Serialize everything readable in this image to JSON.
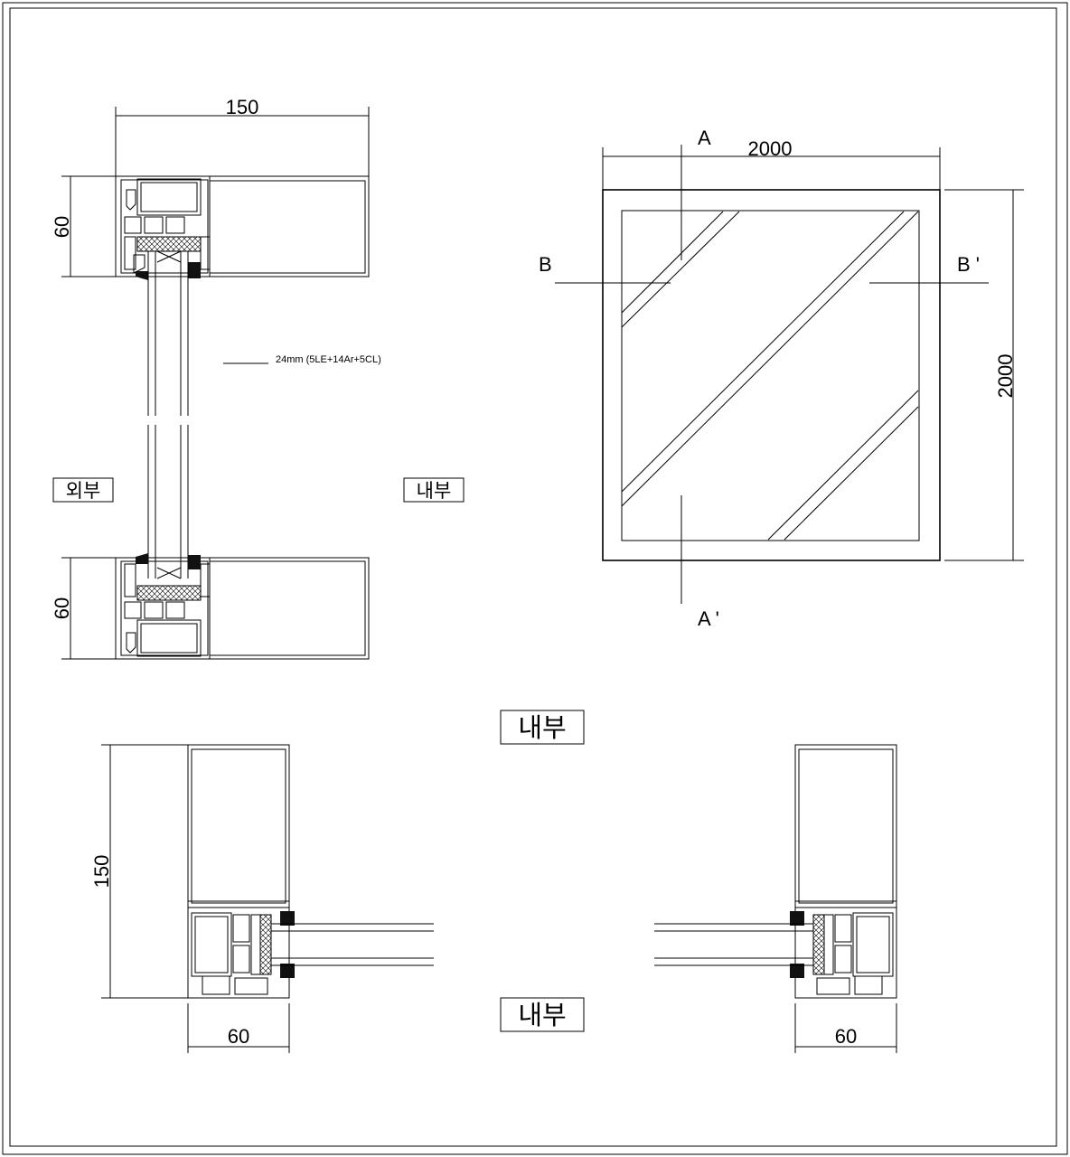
{
  "drawing": {
    "section_vertical": {
      "width_dim": "150",
      "top_height_dim": "60",
      "bottom_height_dim": "60",
      "glass_note": "24mm (5LE+14Ar+5CL)",
      "outside_label": "외부",
      "inside_label": "내부"
    },
    "elevation": {
      "width_dim": "2000",
      "height_dim": "2000",
      "section_a": "A",
      "section_a_end": "A '",
      "section_b": "B",
      "section_b_end": "B '"
    },
    "section_horizontal": {
      "inside_label_top": "내부",
      "inside_label_bottom": "내부",
      "left_depth_dim": "150",
      "left_width_dim": "60",
      "right_width_dim": "60"
    }
  }
}
